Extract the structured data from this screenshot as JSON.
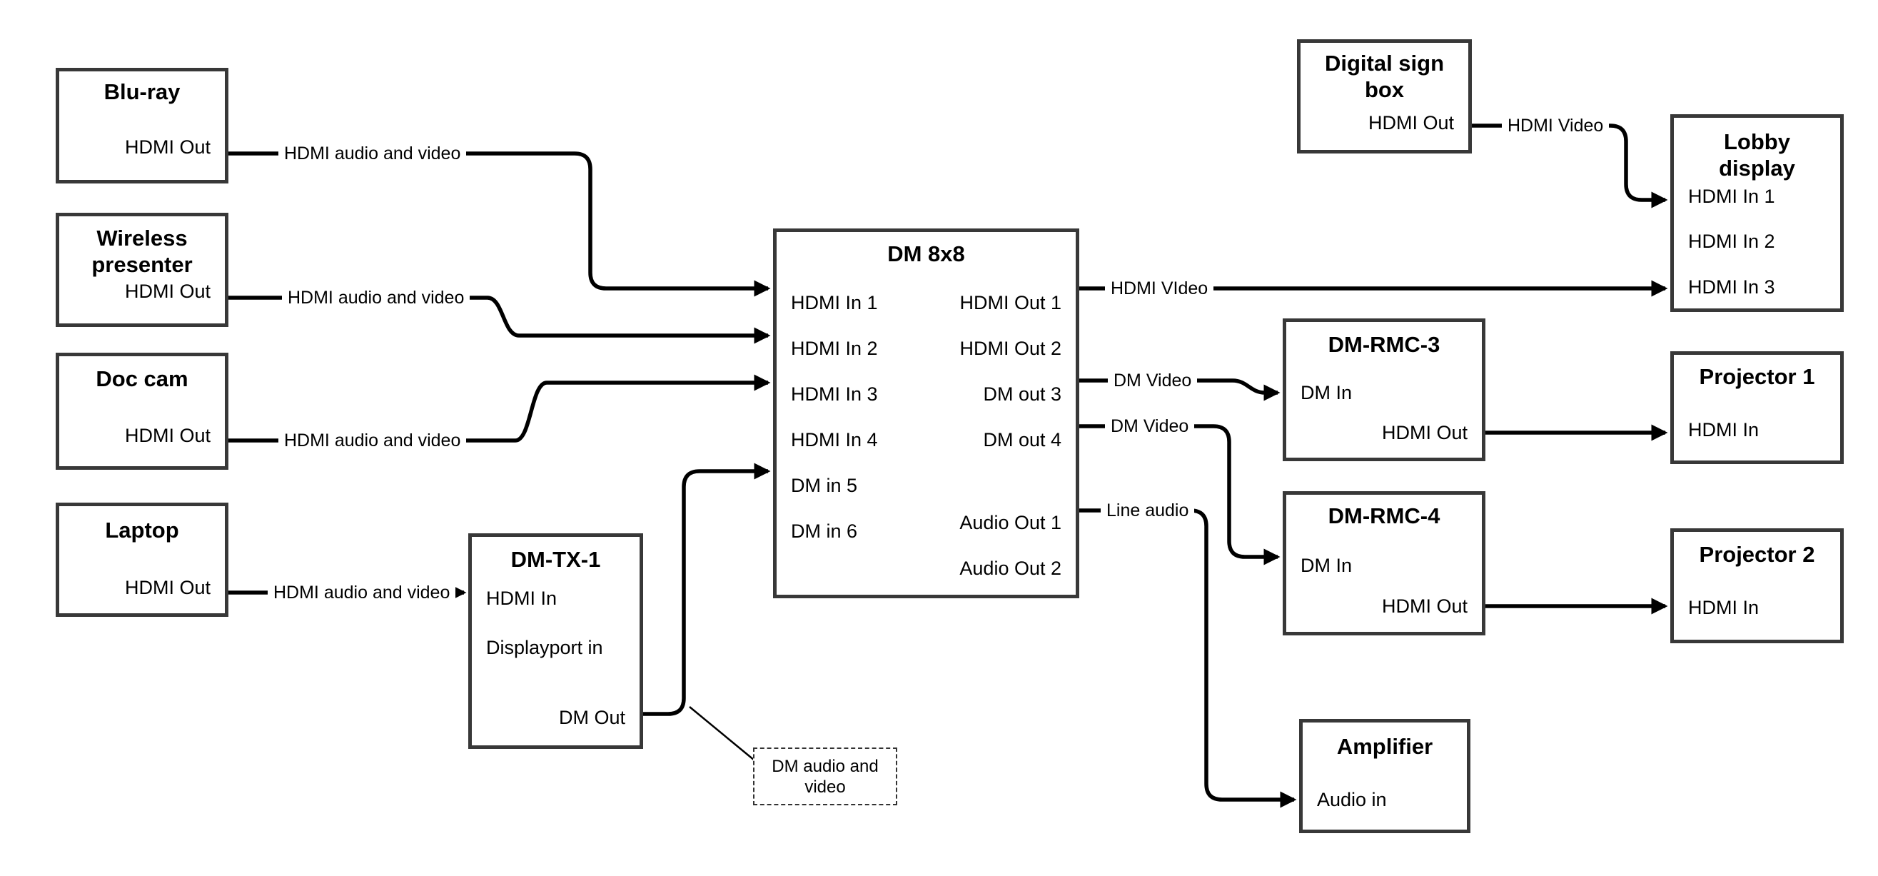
{
  "diagram_title": "AV matrix switching diagram",
  "colors": {
    "background": "#ffffff",
    "edge_line": "#000000",
    "box_border": "#383838"
  },
  "nodes": {
    "bluray": {
      "title": "Blu-ray",
      "ports": {
        "hdmi_out": "HDMI Out"
      }
    },
    "wireless": {
      "title": "Wireless presenter",
      "ports": {
        "hdmi_out": "HDMI Out"
      }
    },
    "doccam": {
      "title": "Doc cam",
      "ports": {
        "hdmi_out": "HDMI Out"
      }
    },
    "laptop": {
      "title": "Laptop",
      "ports": {
        "hdmi_out": "HDMI Out"
      }
    },
    "dmtx1": {
      "title": "DM-TX-1",
      "ports": {
        "hdmi_in": "HDMI In",
        "displayport_in": "Displayport in",
        "dm_out": "DM Out"
      }
    },
    "dm8x8": {
      "title": "DM 8x8",
      "left_ports": [
        "HDMI In 1",
        "HDMI In 2",
        "HDMI In 3",
        "HDMI In 4",
        "DM in 5",
        "DM in 6"
      ],
      "right_ports": [
        "HDMI Out 1",
        "HDMI Out 2",
        "DM out 3",
        "DM out 4",
        "Audio Out 1",
        "Audio Out 2"
      ]
    },
    "digisign": {
      "title": "Digital sign box",
      "ports": {
        "hdmi_out": "HDMI Out"
      }
    },
    "lobby": {
      "title": "Lobby display",
      "ports": [
        "HDMI In 1",
        "HDMI In 2",
        "HDMI In 3"
      ]
    },
    "rmc3": {
      "title": "DM-RMC-3",
      "ports": {
        "dm_in": "DM In",
        "hdmi_out": "HDMI Out"
      }
    },
    "proj1": {
      "title": "Projector 1",
      "ports": {
        "hdmi_in": "HDMI In"
      }
    },
    "rmc4": {
      "title": "DM-RMC-4",
      "ports": {
        "dm_in": "DM In",
        "hdmi_out": "HDMI Out"
      }
    },
    "proj2": {
      "title": "Projector 2",
      "ports": {
        "hdmi_in": "HDMI In"
      }
    },
    "amp": {
      "title": "Amplifier",
      "ports": {
        "audio_in": "Audio in"
      }
    }
  },
  "edge_labels": {
    "bluray": "HDMI audio and video",
    "wireless": "HDMI audio and video",
    "doccam": "HDMI audio and video",
    "laptop": "HDMI audio and video",
    "hdmi_out1": "HDMI VIdeo",
    "digisign": "HDMI Video",
    "dm_out3": "DM Video",
    "dm_out4": "DM Video",
    "audio_out1": "Line audio"
  },
  "callout": {
    "text": "DM audio and video"
  }
}
